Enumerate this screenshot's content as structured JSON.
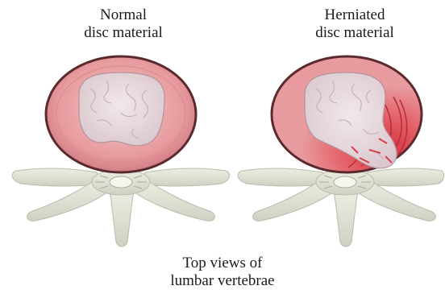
{
  "normal": {
    "line1": "Normal",
    "line2": "disc material"
  },
  "herniated": {
    "line1": "Herniated",
    "line2": "disc material"
  },
  "footer": {
    "line1": "Top views of",
    "line2": "lumbar vertebrae"
  },
  "colors": {
    "annulus": "#e8a0a0",
    "nucleus": "#e8d8dc",
    "bone": "#dfe1d4",
    "herniation": "#d94048"
  }
}
